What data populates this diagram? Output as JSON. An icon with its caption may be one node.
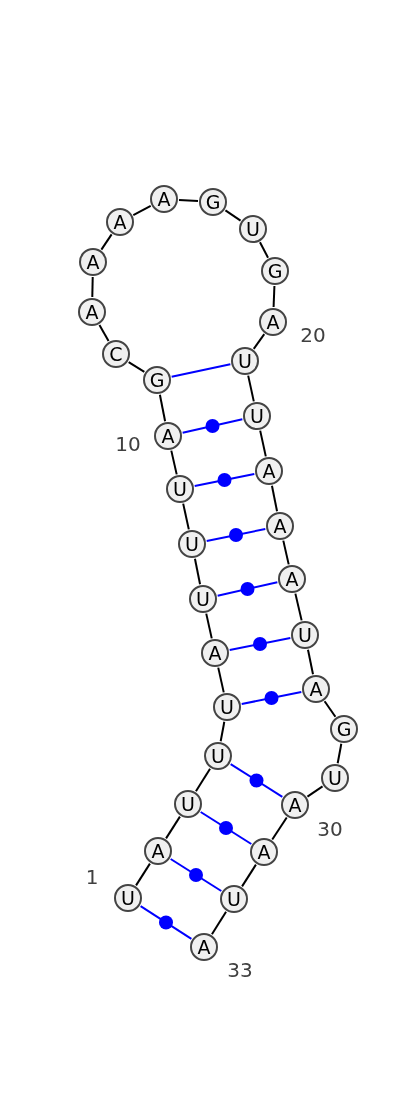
{
  "diagram": {
    "nodes": [
      {
        "text": [
          "U"
        ],
        "beside": [
          "1"
        ]
      },
      {
        "text": [
          "A"
        ]
      },
      {
        "text": [
          "U"
        ]
      },
      {
        "text": [
          "U"
        ]
      },
      {
        "text": [
          "U"
        ]
      },
      {
        "text": [
          "A"
        ]
      },
      {
        "text": [
          "U"
        ]
      },
      {
        "text": [
          "U"
        ]
      },
      {
        "text": [
          "U"
        ]
      },
      {
        "text": [
          "A"
        ],
        "beside": [
          "10"
        ]
      },
      {
        "text": [
          "G"
        ]
      },
      {
        "text": [
          "C"
        ]
      },
      {
        "text": [
          "A"
        ]
      },
      {
        "text": [
          "A"
        ]
      },
      {
        "text": [
          "A"
        ]
      },
      {
        "text": [
          "A"
        ]
      },
      {
        "text": [
          "G"
        ]
      },
      {
        "text": [
          "U"
        ]
      },
      {
        "text": [
          "G"
        ]
      },
      {
        "text": [
          "A"
        ],
        "beside": [
          "20"
        ]
      },
      {
        "text": [
          "U"
        ]
      },
      {
        "text": [
          "U"
        ]
      },
      {
        "text": [
          "A"
        ]
      },
      {
        "text": [
          "A"
        ]
      },
      {
        "text": [
          "A"
        ]
      },
      {
        "text": [
          "U"
        ]
      },
      {
        "text": [
          "A"
        ]
      },
      {
        "text": [
          "G"
        ]
      },
      {
        "text": [
          "U"
        ]
      },
      {
        "text": [
          "A"
        ],
        "beside": [
          "30"
        ]
      },
      {
        "text": [
          "A"
        ]
      },
      {
        "text": [
          "U"
        ]
      },
      {
        "text": [
          "A"
        ],
        "beside": [
          "33"
        ]
      }
    ],
    "edges": [
      {
        "from": 0,
        "to": 1,
        "arrow": "none"
      },
      {
        "from": 1,
        "to": 2,
        "arrow": "none"
      },
      {
        "from": 2,
        "to": 3,
        "arrow": "none"
      },
      {
        "from": 3,
        "to": 4,
        "arrow": "none"
      },
      {
        "from": 4,
        "to": 5,
        "arrow": "none"
      },
      {
        "from": 5,
        "to": 6,
        "arrow": "none"
      },
      {
        "from": 6,
        "to": 7,
        "arrow": "none"
      },
      {
        "from": 7,
        "to": 8,
        "arrow": "none"
      },
      {
        "from": 8,
        "to": 9,
        "arrow": "none"
      },
      {
        "from": 9,
        "to": 10,
        "arrow": "none"
      },
      {
        "from": 10,
        "to": 11,
        "arrow": "none"
      },
      {
        "from": 11,
        "to": 12,
        "arrow": "none"
      },
      {
        "from": 12,
        "to": 13,
        "arrow": "none"
      },
      {
        "from": 13,
        "to": 14,
        "arrow": "none"
      },
      {
        "from": 14,
        "to": 15,
        "arrow": "none"
      },
      {
        "from": 15,
        "to": 16,
        "arrow": "none"
      },
      {
        "from": 16,
        "to": 17,
        "arrow": "none"
      },
      {
        "from": 17,
        "to": 18,
        "arrow": "none"
      },
      {
        "from": 18,
        "to": 19,
        "arrow": "none"
      },
      {
        "from": 19,
        "to": 20,
        "arrow": "none"
      },
      {
        "from": 20,
        "to": 21,
        "arrow": "none"
      },
      {
        "from": 21,
        "to": 22,
        "arrow": "none"
      },
      {
        "from": 22,
        "to": 23,
        "arrow": "none"
      },
      {
        "from": 23,
        "to": 24,
        "arrow": "none"
      },
      {
        "from": 24,
        "to": 25,
        "arrow": "none"
      },
      {
        "from": 25,
        "to": 26,
        "arrow": "none"
      },
      {
        "from": 26,
        "to": 27,
        "arrow": "none"
      },
      {
        "from": 27,
        "to": 28,
        "arrow": "none"
      },
      {
        "from": 28,
        "to": 29,
        "arrow": "none"
      },
      {
        "from": 29,
        "to": 30,
        "arrow": "none"
      },
      {
        "from": 30,
        "to": 31,
        "arrow": "none"
      },
      {
        "from": 31,
        "to": 32,
        "arrow": "none"
      },
      {
        "from": 0,
        "to": 32,
        "arrow": "none",
        "color": "#0000ff"
      },
      {
        "from": 1,
        "to": 31,
        "arrow": "none",
        "color": "#0000ff"
      },
      {
        "from": 2,
        "to": 30,
        "arrow": "none",
        "color": "#0000ff"
      },
      {
        "from": 3,
        "to": 29,
        "arrow": "none",
        "color": "#0000ff"
      },
      {
        "from": 4,
        "to": 26,
        "arrow": "none",
        "color": "#0000ff"
      },
      {
        "from": 5,
        "to": 25,
        "arrow": "none",
        "color": "#0000ff"
      },
      {
        "from": 6,
        "to": 24,
        "arrow": "none",
        "color": "#0000ff"
      },
      {
        "from": 7,
        "to": 23,
        "arrow": "none",
        "color": "#0000ff"
      },
      {
        "from": 8,
        "to": 22,
        "arrow": "none",
        "color": "#0000ff"
      },
      {
        "from": 9,
        "to": 21,
        "arrow": "none",
        "color": "#0000ff"
      },
      {
        "from": 10,
        "to": 20,
        "arrow": "none",
        "color": "#0000ff"
      }
    ]
  }
}
